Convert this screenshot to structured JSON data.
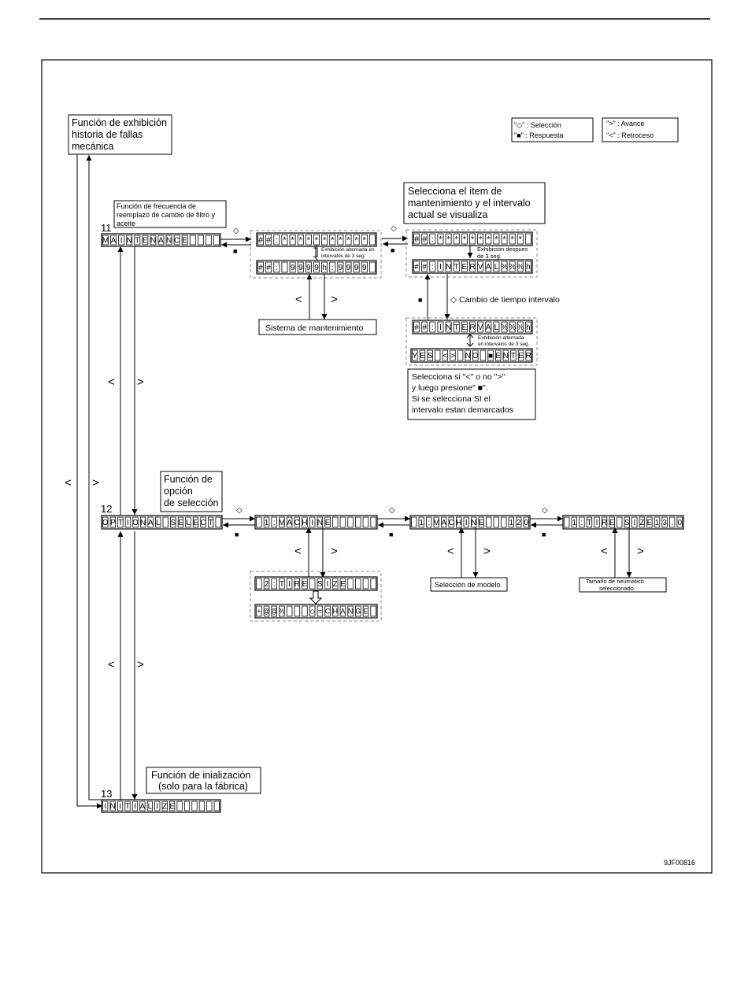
{
  "legend": {
    "selection": "\"◇\" : Selección",
    "response": "\"■\" : Respuesta",
    "advance": "\">\" : Avance",
    "back": "\"<\" : Retroceso"
  },
  "fault_history": {
    "label_lines": [
      "Función de exhibición",
      "historia de fallas",
      "mecánica"
    ]
  },
  "maintenance": {
    "number": "11",
    "description_lines": [
      "Función de frecuencia de",
      "reemplazo de cambio de filtro y",
      "aceite"
    ],
    "lcd": [
      "M",
      "A",
      "I",
      "N",
      "T",
      "E",
      "N",
      "A",
      "N",
      "C",
      "E",
      "",
      "",
      "",
      ""
    ],
    "item_lcd_1": [
      "#",
      "#",
      ":",
      "*",
      "*",
      "*",
      "*",
      "*",
      "*",
      "*",
      "*",
      "*",
      "*",
      "*",
      ""
    ],
    "alt_note_1_lines": [
      "Exhibición alternada en",
      "intervalos de 3 seg."
    ],
    "item_lcd_2": [
      "#",
      "#",
      ":",
      "",
      "9",
      "9",
      "9",
      "9",
      "h",
      ":",
      "9",
      "9",
      "9",
      "9",
      ""
    ],
    "system_label": "Sistema de mantenimiento",
    "select_title_lines": [
      "Selecciona el ítem de",
      "mantenimiento y el intervalo",
      "actual se visualiza"
    ],
    "sel_lcd_1": [
      "#",
      "#",
      ":",
      "*",
      "*",
      "*",
      "*",
      "*",
      "*",
      "*",
      "*",
      "*",
      "*",
      "*",
      ""
    ],
    "after_note_lines": [
      "Exhibición despues",
      "de 3 seg."
    ],
    "sel_lcd_2": [
      "#",
      "#",
      ":",
      "I",
      "N",
      "T",
      "E",
      "R",
      "V",
      "A",
      "L",
      "%",
      "%",
      "%",
      "h"
    ],
    "change_label": "◇ Cambio de tiempo intervalo",
    "sel_lcd_3": [
      "#",
      "#",
      ":",
      "I",
      "N",
      "T",
      "E",
      "R",
      "V",
      "A",
      "L",
      "%",
      "%",
      "%",
      "h"
    ],
    "alt_note_2_lines": [
      "Exhibición alternada",
      "en intervalos de 3 seg."
    ],
    "confirm_lcd": [
      "Y",
      "E",
      "S",
      "",
      "<",
      ">",
      "",
      "N",
      "O",
      "",
      "■",
      "E",
      "N",
      "T",
      "E",
      "R"
    ],
    "confirm_note_lines": [
      "Selecciona si \"<\" o no \">\"",
      "y luego presione\" ■\".",
      "Si se selecciona SI el",
      "intervalo estan demarcados"
    ]
  },
  "optional_select": {
    "number": "12",
    "title_lines": [
      "Función de",
      "opción",
      "de selección"
    ],
    "lcd": [
      "O",
      "P",
      "T",
      "I",
      "O",
      "N",
      "A",
      "L",
      "",
      "S",
      "E",
      "L",
      "E",
      "C",
      "T",
      ""
    ],
    "machine_lcd": [
      "",
      "1",
      ":",
      "M",
      "A",
      "C",
      "H",
      "I",
      "N",
      "E",
      "",
      "",
      "",
      "",
      "",
      ""
    ],
    "tire_menu_lcd": [
      "",
      "2",
      ":",
      "T",
      "I",
      "R",
      "E",
      "",
      "S",
      "I",
      "Z",
      "E",
      "",
      "",
      "",
      ""
    ],
    "change_lcd": [
      "+",
      "@",
      "@",
      "%",
      "",
      "",
      "",
      "◇",
      "=",
      "C",
      "H",
      "A",
      "N",
      "G",
      "E",
      ""
    ],
    "model_lcd": [
      "",
      "1",
      ":",
      "M",
      "A",
      "C",
      "H",
      "I",
      "N",
      "E",
      "",
      "",
      "",
      "1",
      "2",
      "0"
    ],
    "model_label": "Selección de modelo",
    "tire_lcd": [
      "",
      "1",
      ":",
      "T",
      "I",
      "R",
      "E",
      "",
      "S",
      "I",
      "Z",
      "E",
      "1",
      "3",
      ".",
      "0"
    ],
    "tire_label_lines": [
      "Tamaño de neumatico",
      "seleccionado"
    ]
  },
  "initialize": {
    "number": "13",
    "title_lines": [
      "Función de inialización",
      "(solo para la fábrica)"
    ],
    "lcd": [
      "I",
      "N",
      "I",
      "T",
      "I",
      "A",
      "L",
      "I",
      "Z",
      "E",
      "",
      "",
      "",
      "",
      "",
      ""
    ]
  },
  "symbols": {
    "diamond": "◇",
    "square": "■",
    "less": "<",
    "greater": ">"
  },
  "figure_code": "9JF00816"
}
